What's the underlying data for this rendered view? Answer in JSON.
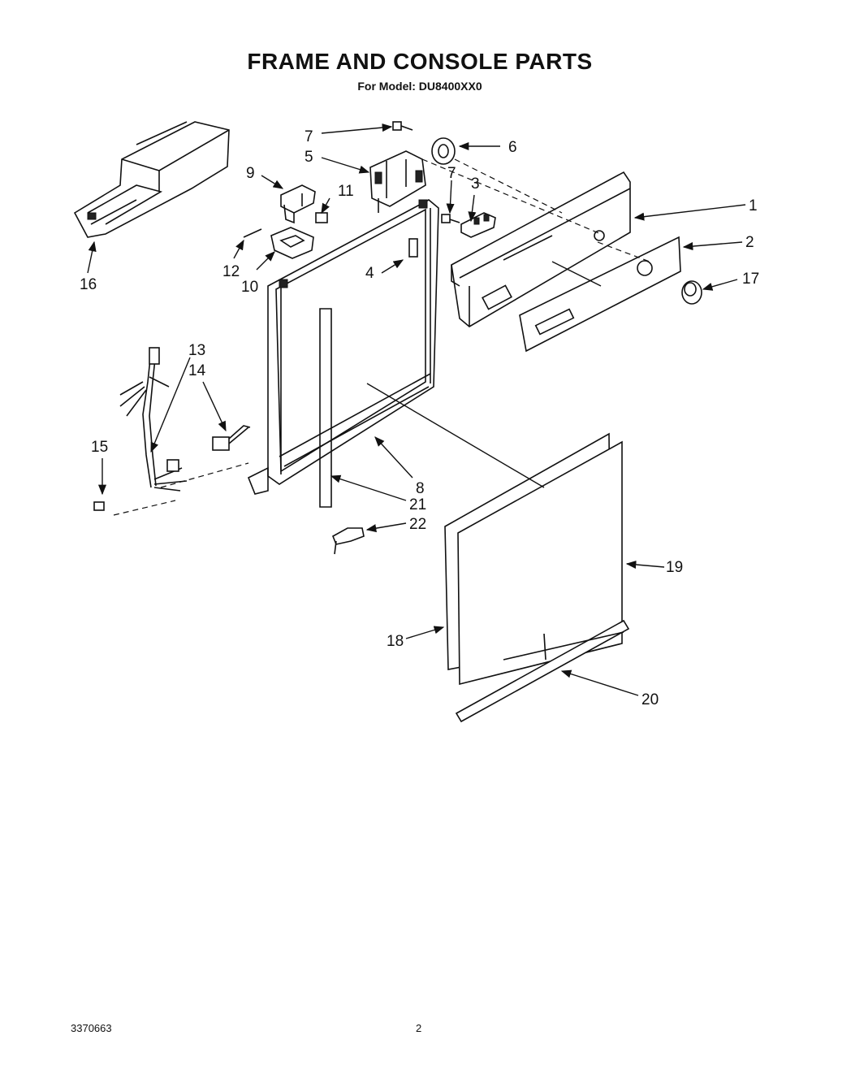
{
  "header": {
    "title": "FRAME AND CONSOLE PARTS",
    "subtitle": "For Model: DU8400XX0"
  },
  "footer": {
    "doc_number": "3370663",
    "page_number": "2"
  },
  "callouts": [
    "1",
    "2",
    "3",
    "4",
    "5",
    "6",
    "7",
    "7",
    "8",
    "9",
    "10",
    "11",
    "12",
    "13",
    "14",
    "15",
    "16",
    "17",
    "18",
    "19",
    "20",
    "21",
    "22"
  ]
}
